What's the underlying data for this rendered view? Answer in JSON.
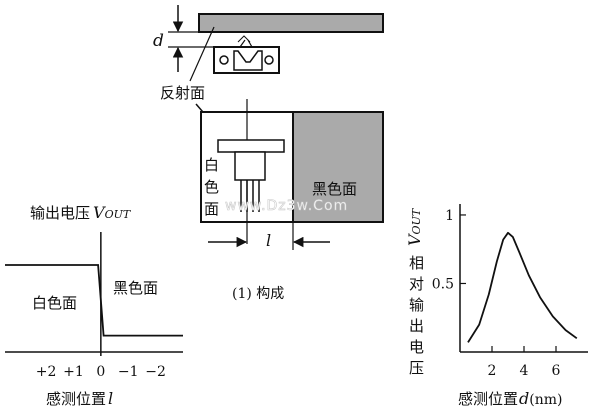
{
  "sensor_diagram": {
    "distance_label": "d",
    "reflective_surface_label": "反射面",
    "white_surface_label": [
      "白",
      "色",
      "面"
    ],
    "black_surface_label": "黑色面",
    "offset_label": "l",
    "caption": "(1) 构成",
    "watermark": "www.Dz3w.Com"
  },
  "chart_data": [
    {
      "type": "line",
      "title": "",
      "ylabel_text": "输出电压",
      "ylabel_symbol": "V",
      "ylabel_subscript": "OUT",
      "xlabel": "感测位置",
      "xlabel_var": "l",
      "x_ticks": [
        "+2",
        "+1",
        "0",
        "−1",
        "−2"
      ],
      "regions": [
        "白色面",
        "黑色面"
      ],
      "grid": false,
      "series": [
        {
          "x": [
            3.5,
            0.1,
            -0.1,
            -3.0
          ],
          "y": [
            0.85,
            0.85,
            0.1,
            0.1
          ]
        }
      ],
      "xlim": [
        3.5,
        -3.0
      ],
      "ylim": [
        0,
        1.2
      ]
    },
    {
      "type": "line",
      "title": "",
      "ylabel_symbol": "V",
      "ylabel_subscript": "OUT",
      "ylabel_text": [
        "相",
        "对",
        "输",
        "出",
        "电",
        "压"
      ],
      "xlabel": "感测位置",
      "xlabel_var": "d",
      "xlabel_unit": "(nm)",
      "x_ticks": [
        "2",
        "4",
        "6"
      ],
      "y_ticks": [
        "1",
        "0.5"
      ],
      "grid": false,
      "series": [
        {
          "x": [
            0.5,
            1.2,
            1.8,
            2.3,
            2.7,
            3.0,
            3.3,
            3.7,
            4.3,
            5.0,
            5.8,
            6.6,
            7.3
          ],
          "y": [
            0.07,
            0.2,
            0.42,
            0.66,
            0.82,
            0.87,
            0.84,
            0.73,
            0.56,
            0.4,
            0.26,
            0.16,
            0.1
          ]
        }
      ],
      "xlim": [
        0,
        8
      ],
      "ylim": [
        0,
        1.08
      ]
    }
  ]
}
